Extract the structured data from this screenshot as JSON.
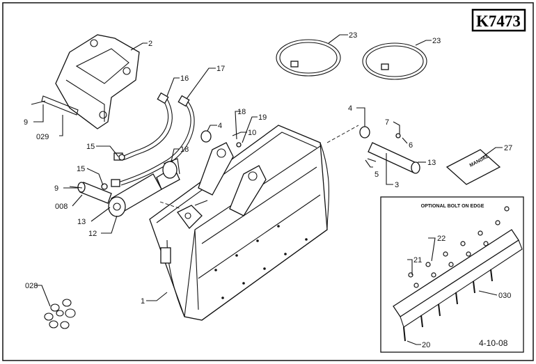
{
  "diagram": {
    "part_number": "K7473",
    "date_stamp": "4-10-08",
    "inset_title": "OPTIONAL BOLT ON EDGE",
    "manual_text": "MANUAL",
    "callouts": {
      "c2": "2",
      "c9a": "9",
      "c029": "029",
      "c16": "16",
      "c17": "17",
      "c15a": "15",
      "c18a": "18",
      "c15b": "15",
      "c9b": "9",
      "c008": "008",
      "c13a": "13",
      "c12": "12",
      "c4a": "4",
      "c18b": "18",
      "c19": "19",
      "c10": "10",
      "c23a": "23",
      "c23b": "23",
      "c4b": "4",
      "c7": "7",
      "c6": "6",
      "c13b": "13",
      "c5": "5",
      "c3": "3",
      "c27": "27",
      "c028": "028",
      "c1": "1",
      "c22": "22",
      "c21": "21",
      "c030": "030",
      "c20": "20"
    }
  }
}
